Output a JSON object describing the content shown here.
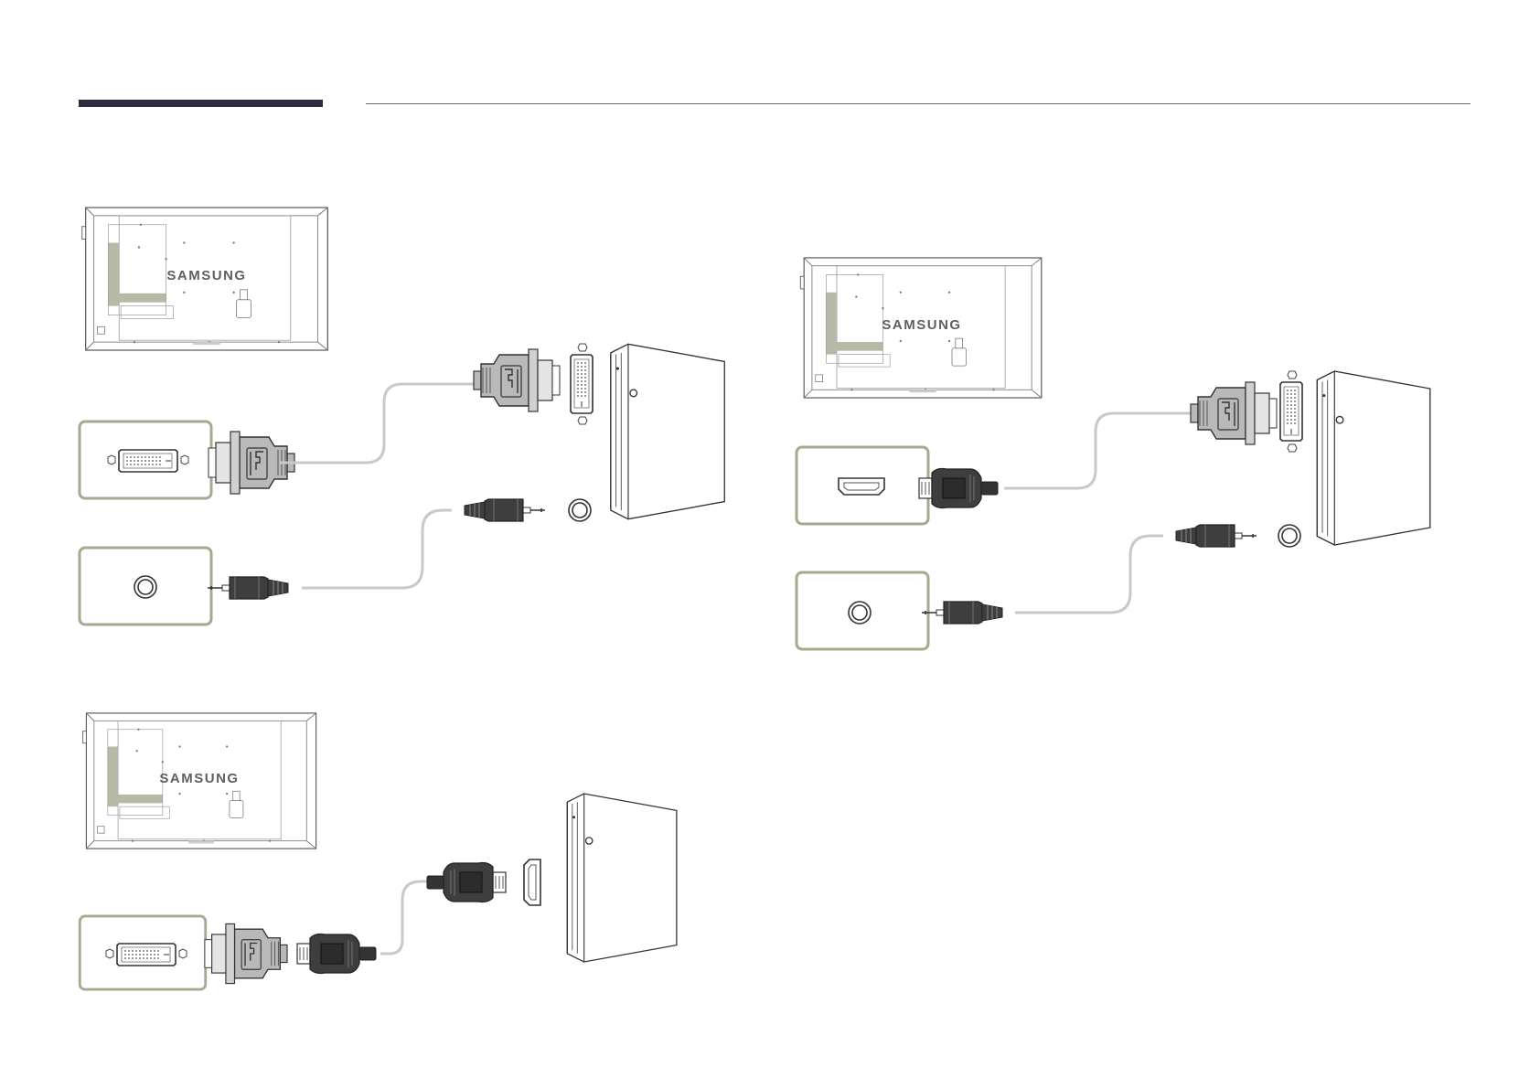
{
  "colors": {
    "header_accent": "#2b2b3d",
    "header_rule": "#6b6b6b",
    "port_frame": "#a7a98f",
    "highlight": "#b7b9a6",
    "plug_dark": "#3e3e3e",
    "plug_grey": "#b9b9b9",
    "cable": "#c9c9c9"
  },
  "diagrams": [
    {
      "id": "dvi-to-dvi-with-audio",
      "display_brand": "SAMSUNG",
      "display_port": "DVI",
      "pc_port": "DVI",
      "audio": true
    },
    {
      "id": "hdmi-to-dvi-with-audio",
      "display_brand": "SAMSUNG",
      "display_port": "HDMI",
      "pc_port": "DVI",
      "audio": true
    },
    {
      "id": "dvi-to-hdmi",
      "display_brand": "SAMSUNG",
      "display_port": "DVI",
      "pc_port": "HDMI",
      "audio": false
    }
  ]
}
